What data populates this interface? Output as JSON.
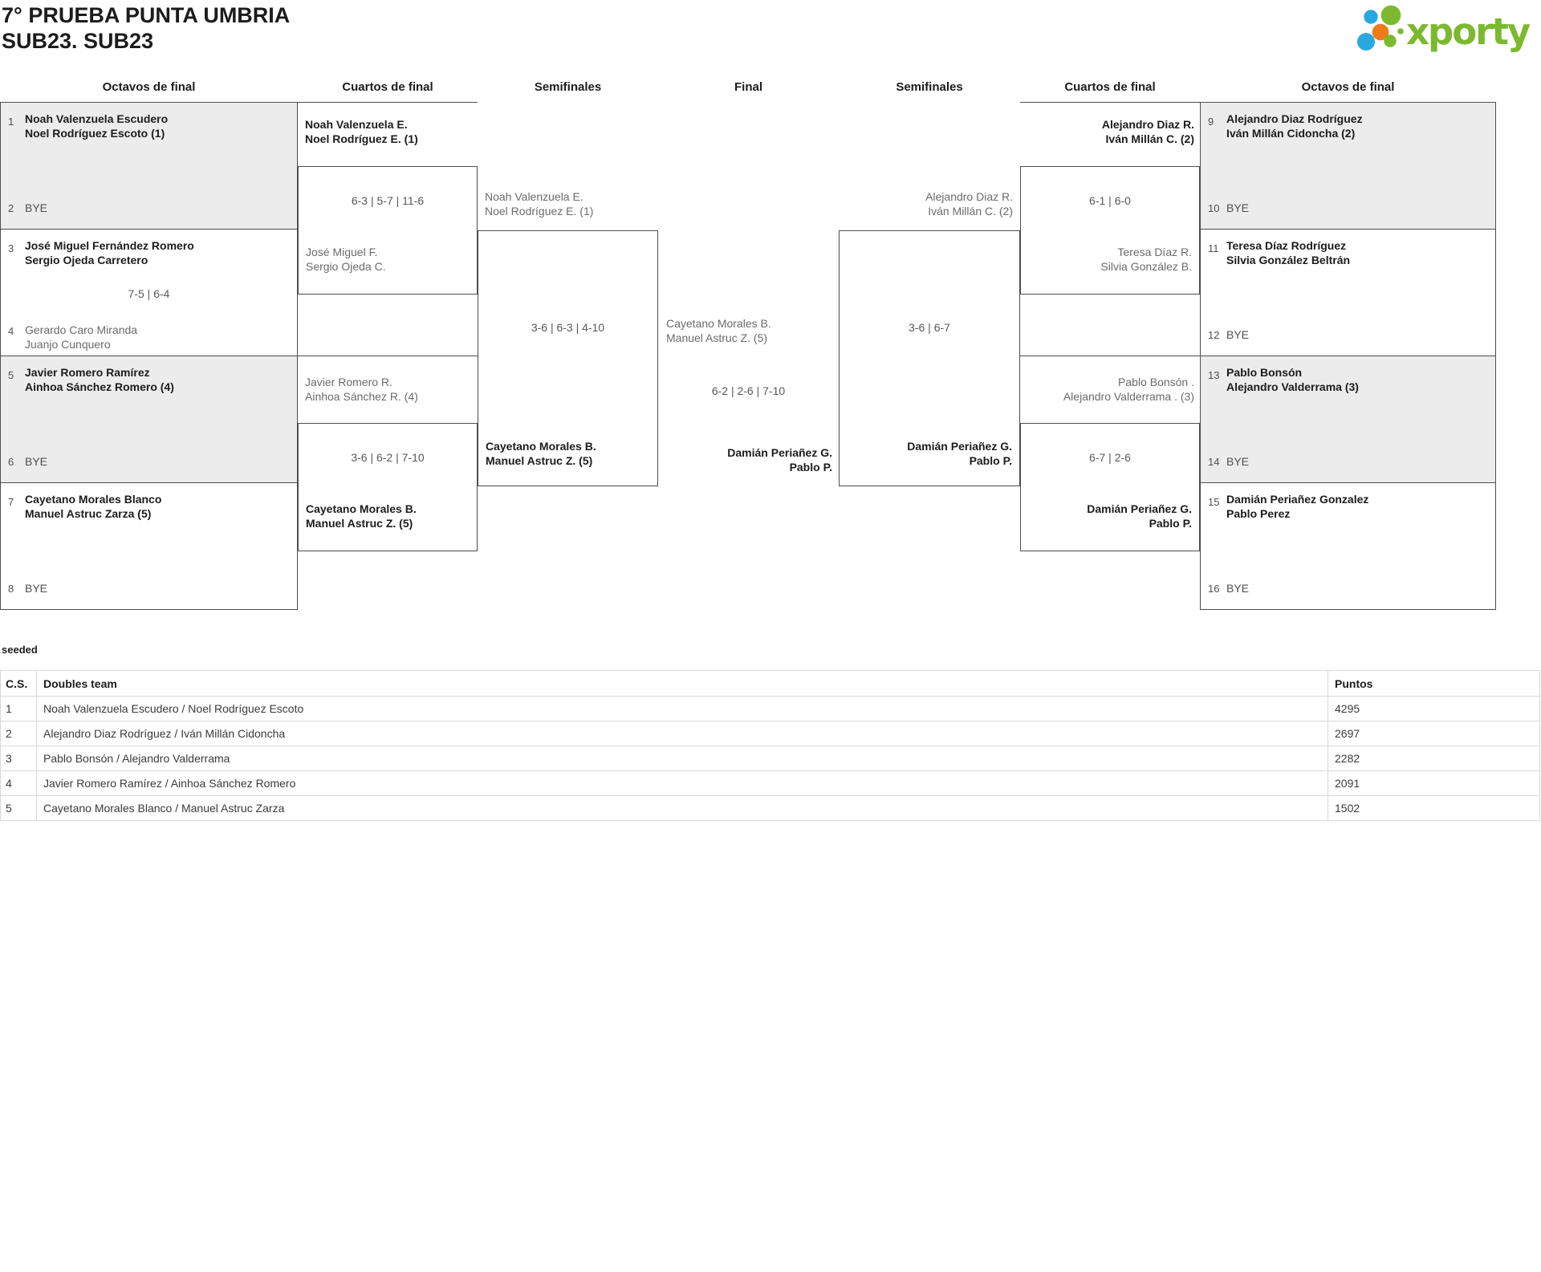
{
  "header": {
    "title_line1": "7° PRUEBA PUNTA UMBRIA",
    "title_line2": "SUB23. SUB23",
    "logo_text": "xporty"
  },
  "colors": {
    "brand_green": "#7cb92e",
    "dot_blue": "#29a8e0",
    "dot_orange": "#ee7b16",
    "box_gray": "#ececec",
    "border_dark": "#4d4d4d"
  },
  "round_headers": [
    "Octavos de final",
    "Cuartos de final",
    "Semifinales",
    "Final",
    "Semifinales",
    "Cuartos de final",
    "Octavos de final"
  ],
  "octavos_left": [
    {
      "num": "1",
      "name1": "Noah Valenzuela Escudero",
      "name2": "Noel Rodríguez Escoto (1)"
    },
    {
      "num": "2",
      "bye": "BYE"
    },
    {
      "num": "3",
      "name1": "José Miguel Fernández Romero",
      "name2": "Sergio Ojeda Carretero"
    },
    {
      "num": "4",
      "name1": "Gerardo Caro Miranda",
      "name2": "Juanjo Cunquero"
    },
    {
      "num": "5",
      "name1": "Javier Romero Ramírez",
      "name2": "Ainhoa Sánchez Romero (4)"
    },
    {
      "num": "6",
      "bye": "BYE"
    },
    {
      "num": "7",
      "name1": "Cayetano Morales Blanco",
      "name2": "Manuel Astruc Zarza (5)"
    },
    {
      "num": "8",
      "bye": "BYE"
    }
  ],
  "octavos_left_score_match2": "7-5 | 6-4",
  "octavos_right": [
    {
      "num": "9",
      "name1": "Alejandro Diaz Rodríguez",
      "name2": "Iván Millán Cidoncha (2)"
    },
    {
      "num": "10",
      "bye": "BYE"
    },
    {
      "num": "11",
      "name1": "Teresa Díaz Rodríguez",
      "name2": "Silvia González Beltrán"
    },
    {
      "num": "12",
      "bye": "BYE"
    },
    {
      "num": "13",
      "name1": "Pablo Bonsón",
      "name2": "Alejandro Valderrama (3)"
    },
    {
      "num": "14",
      "bye": "BYE"
    },
    {
      "num": "15",
      "name1": "Damián Periañez Gonzalez",
      "name2": "Pablo Perez"
    },
    {
      "num": "16",
      "bye": "BYE"
    }
  ],
  "quarters_left": [
    {
      "top1": "Noah Valenzuela E.",
      "top2": "Noel Rodríguez E. (1)",
      "score": "6-3 | 5-7 | 11-6",
      "bottom1": "José Miguel F.",
      "bottom2": "Sergio Ojeda C."
    },
    {
      "top1": "Javier Romero R.",
      "top2": "Ainhoa Sánchez R. (4)",
      "score": "3-6 | 6-2 | 7-10",
      "bottom1": "Cayetano Morales B.",
      "bottom2": "Manuel Astruc Z. (5)"
    }
  ],
  "quarters_right": [
    {
      "top1": "Alejandro Diaz R.",
      "top2": "Iván Millán C. (2)",
      "score": "6-1 | 6-0",
      "bottom1": "Teresa Díaz R.",
      "bottom2": "Silvia González B."
    },
    {
      "top1": "Pablo Bonsón .",
      "top2": "Alejandro Valderrama . (3)",
      "score": "6-7 | 2-6",
      "bottom1": "Damián Periañez G.",
      "bottom2": "Pablo P."
    }
  ],
  "semi_left": {
    "top1": "Noah Valenzuela E.",
    "top2": "Noel Rodríguez E. (1)",
    "score": "3-6 | 6-3 | 4-10",
    "bottom1": "Cayetano Morales B.",
    "bottom2": "Manuel Astruc Z. (5)"
  },
  "semi_right": {
    "top1": "Alejandro Diaz R.",
    "top2": "Iván Millán C. (2)",
    "score": "3-6 | 6-7",
    "bottom1": "Damián Periañez G.",
    "bottom2": "Pablo P."
  },
  "final": {
    "top1": "Cayetano Morales B.",
    "top2": "Manuel Astruc Z. (5)",
    "score": "6-2 | 2-6 | 7-10",
    "bottom1": "Damián Periañez G.",
    "bottom2": "Pablo P."
  },
  "seeded": {
    "label": "seeded",
    "headers": {
      "cs": "C.S.",
      "team": "Doubles team",
      "points": "Puntos"
    },
    "rows": [
      {
        "cs": "1",
        "team": "Noah Valenzuela Escudero / Noel Rodríguez Escoto",
        "points": "4295"
      },
      {
        "cs": "2",
        "team": "Alejandro Diaz Rodríguez / Iván Millán Cidoncha",
        "points": "2697"
      },
      {
        "cs": "3",
        "team": "Pablo Bonsón / Alejandro Valderrama",
        "points": "2282"
      },
      {
        "cs": "4",
        "team": "Javier Romero Ramírez / Ainhoa Sánchez Romero",
        "points": "2091"
      },
      {
        "cs": "5",
        "team": "Cayetano Morales Blanco / Manuel Astruc Zarza",
        "points": "1502"
      }
    ]
  }
}
